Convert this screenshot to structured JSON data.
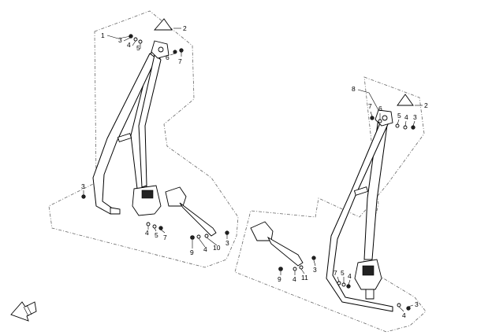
{
  "assemblies": [
    {
      "id": "left",
      "callouts": [
        {
          "key": "a1",
          "text": "1"
        },
        {
          "key": "a2",
          "text": "2"
        },
        {
          "key": "a3",
          "text": "3"
        },
        {
          "key": "a4",
          "text": "4"
        },
        {
          "key": "a5",
          "text": "5"
        },
        {
          "key": "a6",
          "text": "6"
        },
        {
          "key": "a7",
          "text": "7"
        },
        {
          "key": "b3",
          "text": "3"
        },
        {
          "key": "b4",
          "text": "4"
        },
        {
          "key": "b5",
          "text": "5"
        },
        {
          "key": "b7",
          "text": "7"
        },
        {
          "key": "c9",
          "text": "9"
        },
        {
          "key": "c4",
          "text": "4"
        },
        {
          "key": "c10",
          "text": "10"
        },
        {
          "key": "c3",
          "text": "3"
        }
      ]
    },
    {
      "id": "right",
      "callouts": [
        {
          "key": "r8",
          "text": "8"
        },
        {
          "key": "r2",
          "text": "2"
        },
        {
          "key": "r7",
          "text": "7"
        },
        {
          "key": "r6",
          "text": "6"
        },
        {
          "key": "r5",
          "text": "5"
        },
        {
          "key": "r4",
          "text": "4"
        },
        {
          "key": "r3",
          "text": "3"
        },
        {
          "key": "s9",
          "text": "9"
        },
        {
          "key": "s4",
          "text": "4"
        },
        {
          "key": "s11",
          "text": "11"
        },
        {
          "key": "s3",
          "text": "3"
        },
        {
          "key": "t7",
          "text": "7"
        },
        {
          "key": "t5",
          "text": "5"
        },
        {
          "key": "t4",
          "text": "4"
        },
        {
          "key": "u4",
          "text": "4"
        },
        {
          "key": "u3",
          "text": "3"
        }
      ]
    }
  ],
  "direction_arrow_icon": "front-direction-arrow-icon"
}
